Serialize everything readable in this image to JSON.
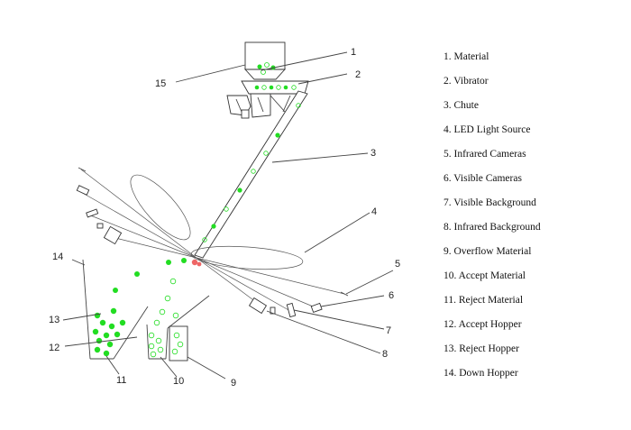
{
  "legend": [
    "1. Material",
    "2. Vibrator",
    "3. Chute",
    "4. LED Light Source",
    "5. Infrared Cameras",
    "6. Visible Cameras",
    "7. Visible Background",
    "8. Infrared Background",
    "9. Overflow Material",
    "10. Accept Material",
    "11. Reject Material",
    "12. Accept Hopper",
    "13. Reject Hopper",
    "14. Down Hopper"
  ],
  "callouts": [
    "1",
    "2",
    "3",
    "4",
    "5",
    "6",
    "7",
    "8",
    "9",
    "10",
    "11",
    "12",
    "13",
    "14",
    "15"
  ],
  "colors": {
    "green": "#22dd22",
    "reject": "#ee6666",
    "line": "#444444"
  }
}
